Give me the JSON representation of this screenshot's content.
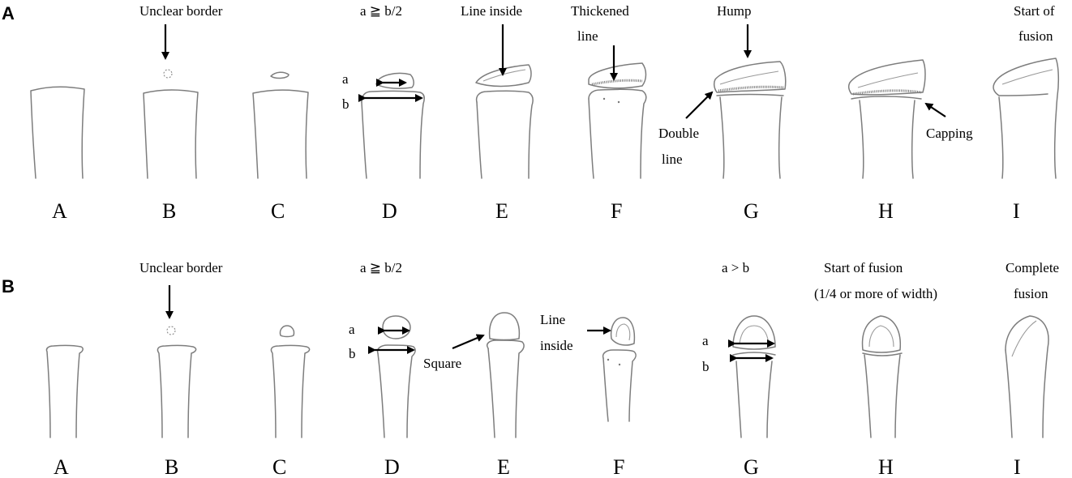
{
  "panels": {
    "A": {
      "panel_label": "A",
      "stage_labels": [
        "A",
        "B",
        "C",
        "D",
        "E",
        "F",
        "G",
        "H",
        "I"
      ],
      "annotations": {
        "unclear_border": "Unclear border",
        "ratio": "a ≧ b/2",
        "line_inside": "Line inside",
        "thickened_1": "Thickened",
        "thickened_2": "line",
        "hump": "Hump",
        "start_fusion_1": "Start of",
        "start_fusion_2": "fusion",
        "double_line_1": "Double",
        "double_line_2": "line",
        "capping": "Capping",
        "a": "a",
        "b": "b"
      }
    },
    "B": {
      "panel_label": "B",
      "stage_labels": [
        "A",
        "B",
        "C",
        "D",
        "E",
        "F",
        "G",
        "H",
        "I"
      ],
      "annotations": {
        "unclear_border": "Unclear border",
        "ratio": "a ≧ b/2",
        "ratio_g": "a  >  b",
        "start_fusion": "Start of fusion",
        "start_fusion_note": "(1/4 or more of width)",
        "complete_fusion_1": "Complete",
        "complete_fusion_2": "fusion",
        "square": "Square",
        "line_inside_1": "Line",
        "line_inside_2": "inside",
        "a_d": "a",
        "b_d": "b",
        "a_g": "a",
        "b_g": "b"
      }
    }
  }
}
